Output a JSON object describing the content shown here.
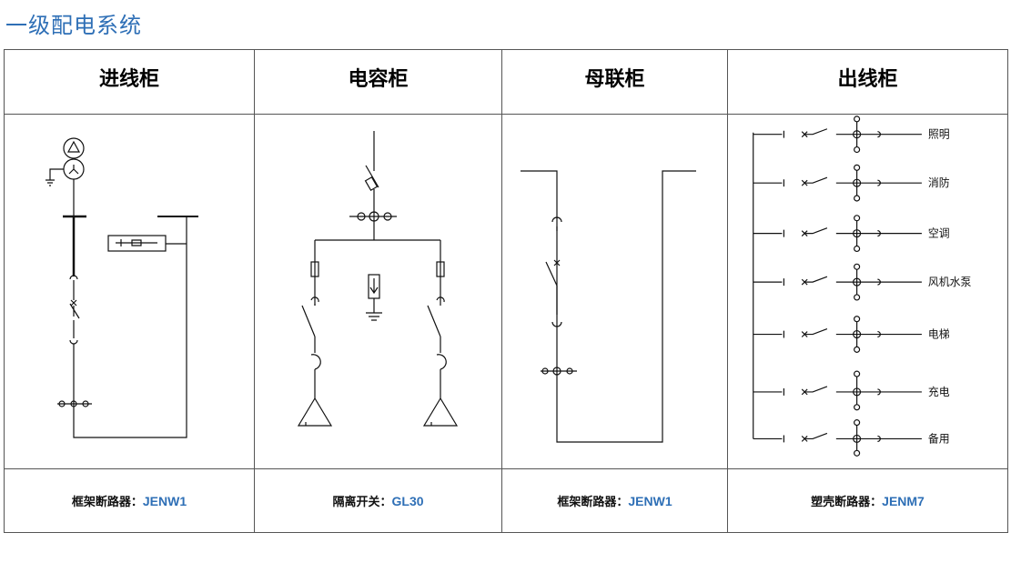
{
  "page_title": "一级配电系统",
  "columns": [
    {
      "header": "进线柜",
      "footer_label": "框架断路器：",
      "footer_model": "JENW1"
    },
    {
      "header": "电容柜",
      "footer_label": "隔离开关：",
      "footer_model": "GL30"
    },
    {
      "header": "母联柜",
      "footer_label": "框架断路器：",
      "footer_model": "JENW1"
    },
    {
      "header": "出线柜",
      "footer_label": "塑壳断路器：",
      "footer_model": "JENM7"
    }
  ],
  "outgoing_circuits": [
    "照明",
    "消防",
    "空调",
    "风机水泵",
    "电梯",
    "充电",
    "备用"
  ],
  "colors": {
    "title": "#2e6fb6",
    "model": "#2e6fb6",
    "line": "#111111"
  }
}
